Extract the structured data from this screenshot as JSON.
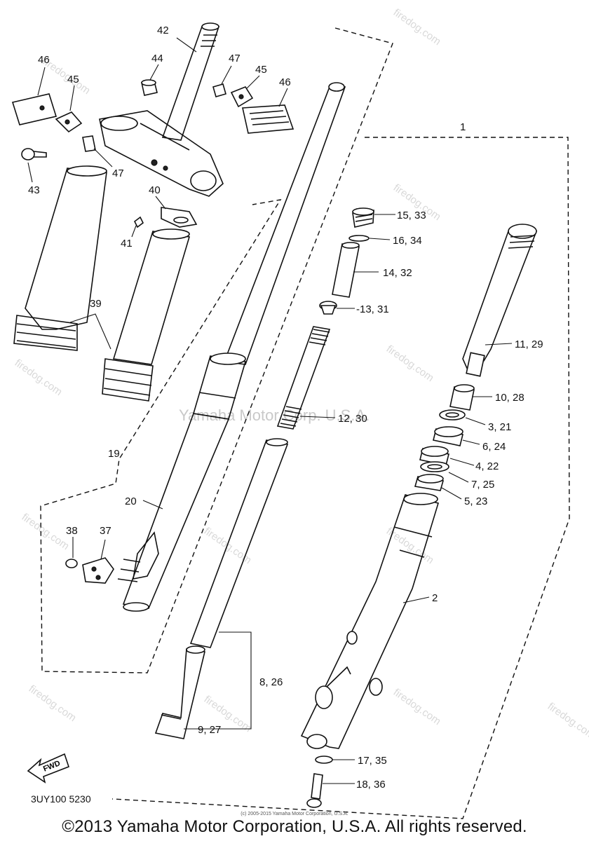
{
  "diagram": {
    "reference_code": "3UY100 5230",
    "copyright": "©2013 Yamaha Motor Corporation, U.S.A. All rights reserved.",
    "small_credit": "(c) 2005-2015 Yamaha Motor Corporation, U.S.A.",
    "fwd_label": "FWD",
    "watermark_center": "Yamaha Motor Corp. U.S.A.",
    "watermark_site": "firedog.com",
    "callouts": {
      "c1": "1",
      "c2": "2",
      "c3": "3, 21",
      "c4": "4, 22",
      "c5": "5, 23",
      "c6": "6, 24",
      "c7": "7, 25",
      "c8": "8, 26",
      "c9": "9, 27",
      "c10": "10, 28",
      "c11": "11, 29",
      "c12": "12, 30",
      "c13": "-13, 31",
      "c14": "14, 32",
      "c15": "15, 33",
      "c16": "16, 34",
      "c17": "17, 35",
      "c18": "18, 36",
      "c19": "19",
      "c20": "20",
      "c37": "37",
      "c38": "38",
      "c39": "39",
      "c40": "40",
      "c41": "41",
      "c42": "42",
      "c43": "43",
      "c44": "44",
      "c45a": "45",
      "c45b": "45",
      "c46a": "46",
      "c46b": "46",
      "c47a": "47",
      "c47b": "47"
    }
  }
}
